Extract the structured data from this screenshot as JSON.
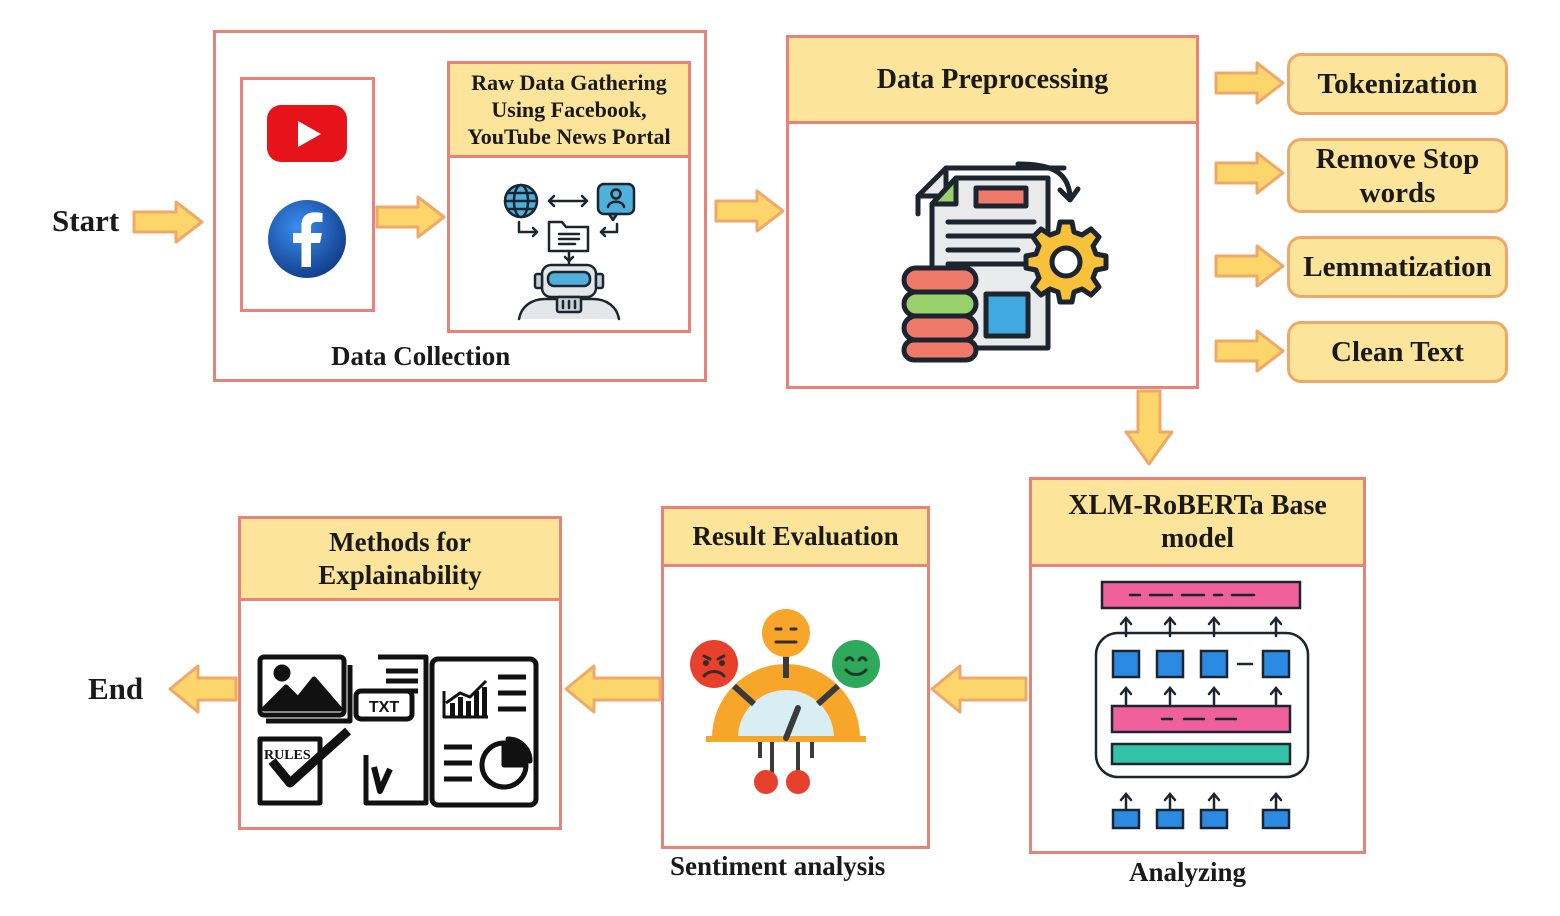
{
  "start_label": "Start",
  "end_label": "End",
  "data_collection": {
    "caption": "Data Collection",
    "raw_header": "Raw Data Gathering Using Facebook, YouTube News Portal",
    "icons": [
      "youtube-icon",
      "facebook-icon",
      "data-gathering-robot-icon"
    ]
  },
  "preprocessing": {
    "header": "Data Preprocessing",
    "icon": "document-settings-icon",
    "steps": [
      "Tokenization",
      "Remove Stop words",
      "Lemmatization",
      "Clean Text"
    ]
  },
  "model": {
    "header": "XLM-RoBERTa Base model",
    "caption": "Analyzing",
    "icon": "transformer-architecture-icon"
  },
  "evaluation": {
    "header": "Result Evaluation",
    "caption": "Sentiment analysis",
    "icon": "sentiment-gauge-icon"
  },
  "explainability": {
    "header": "Methods for Explainability",
    "icon": "explainability-methods-icon",
    "icon_texts": [
      "TXT",
      "RULES"
    ]
  },
  "colors": {
    "border": "#e8837a",
    "header_fill": "#fde49b",
    "arrow_fill": "#fdd66b",
    "arrow_stroke": "#f0a868"
  }
}
